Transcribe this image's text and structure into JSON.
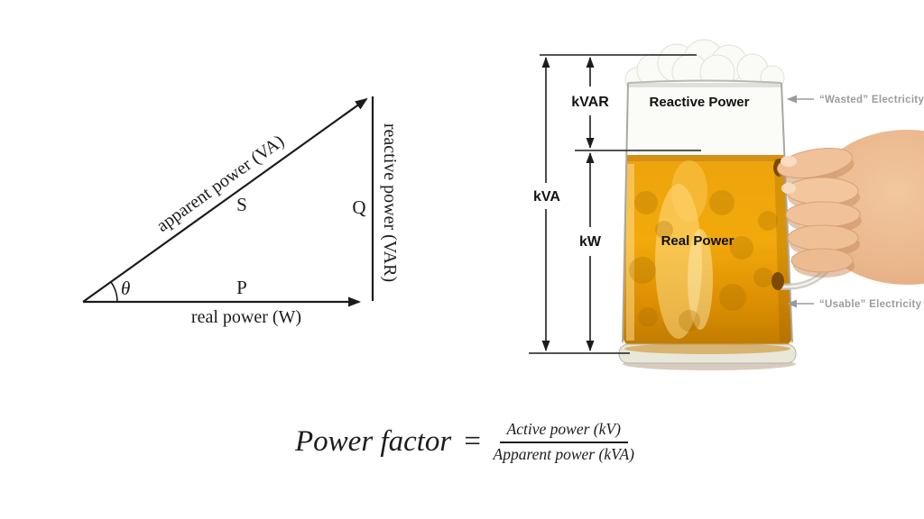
{
  "triangle": {
    "labels": {
      "hypotenuse": "apparent power (VA)",
      "hypotenuse_symbol": "S",
      "vertical": "reactive power (VAR)",
      "vertical_symbol": "Q",
      "horizontal": "real power (W)",
      "horizontal_symbol": "P",
      "angle": "θ"
    }
  },
  "mug_diagram": {
    "dimension_labels": {
      "total": "kVA",
      "foam": "kVAR",
      "beer": "kW"
    },
    "foam_label": "Reactive Power",
    "beer_label": "Real Power",
    "annotations": {
      "wasted": "“Wasted” Electricity",
      "usable": "“Usable” Electricity"
    }
  },
  "formula": {
    "lhs": "Power factor",
    "equals": "=",
    "numerator": "Active power (kV)",
    "denominator": "Apparent power (kVA)"
  },
  "colors": {
    "line": "#1c1c1c",
    "beer_top": "#f2ab10",
    "beer_bottom": "#c97f00",
    "foam": "#fbfbf8",
    "skin": "#eebc94",
    "annotation_gray": "#9b9b9b"
  }
}
